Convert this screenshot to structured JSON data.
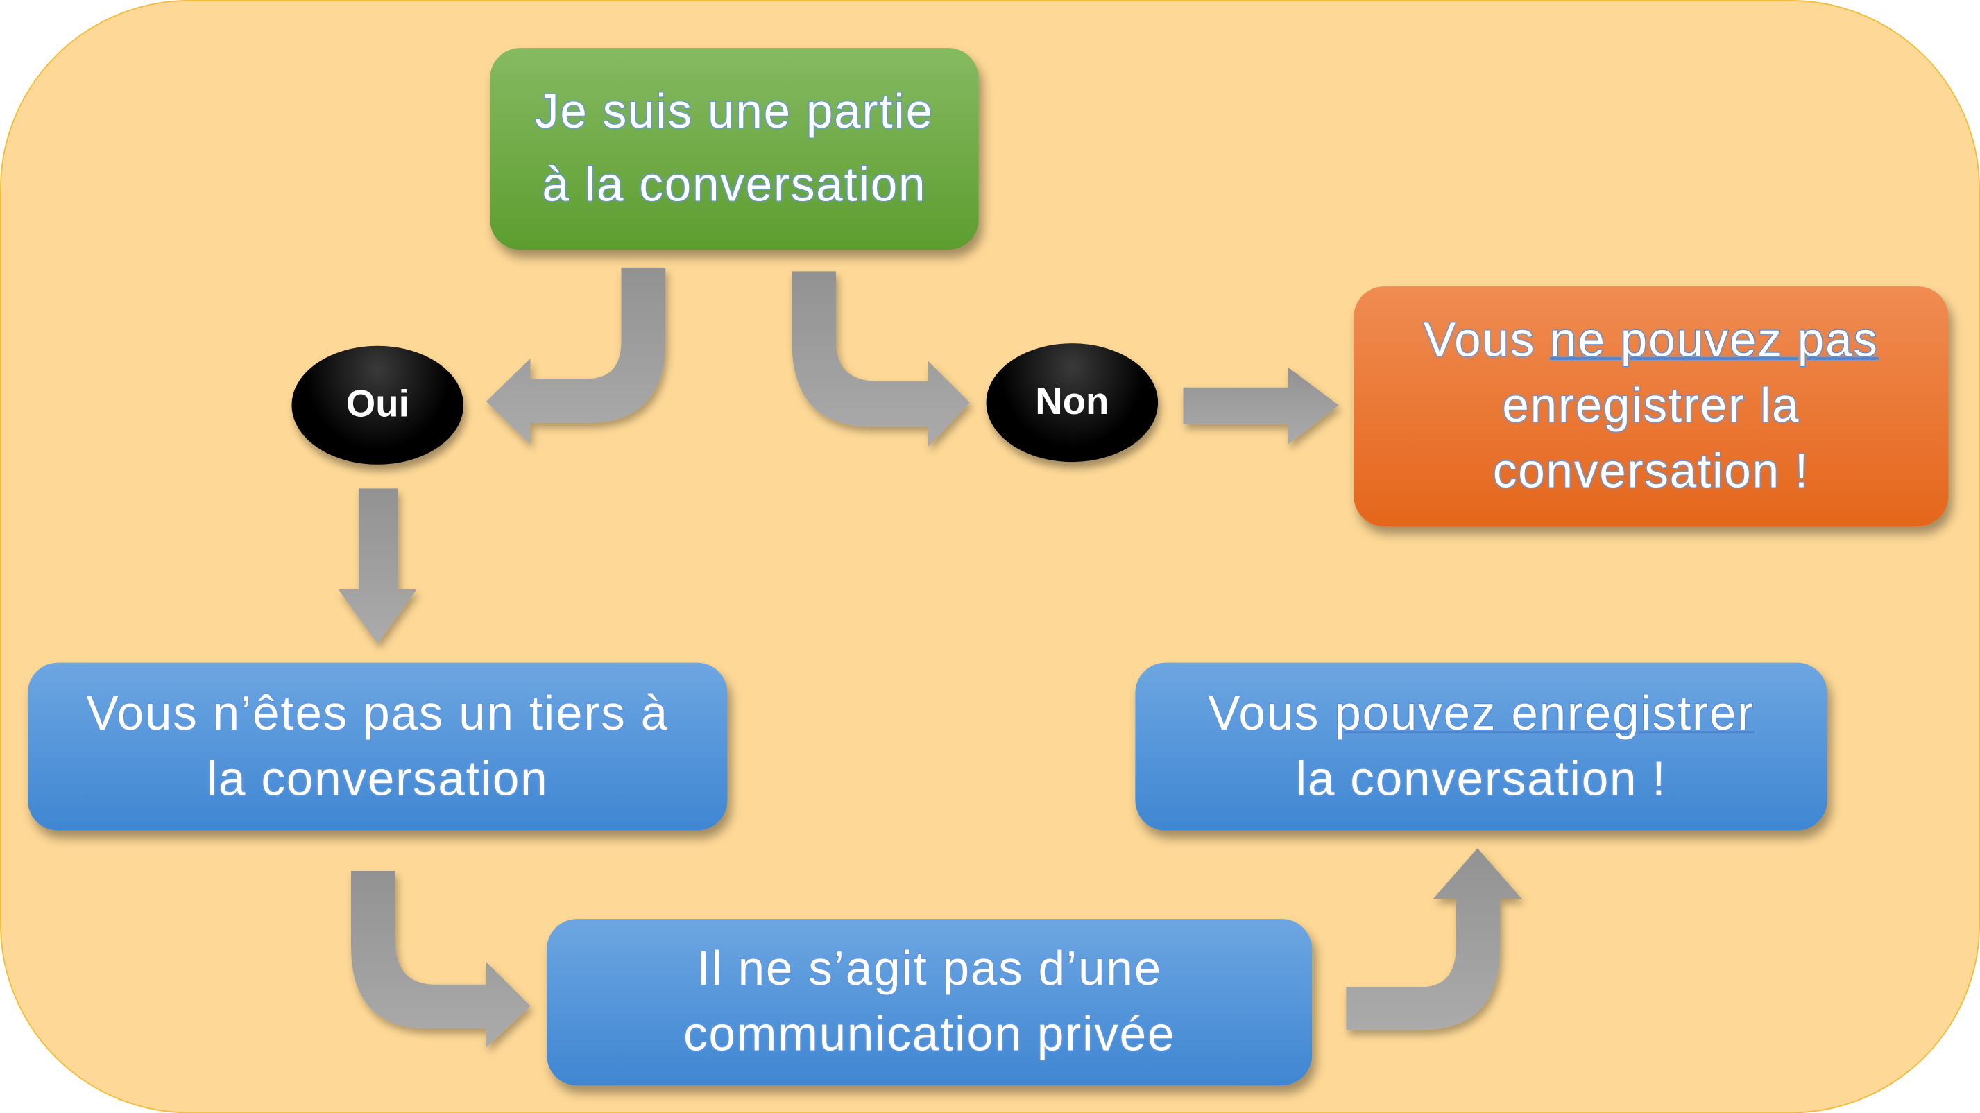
{
  "start": {
    "line1": "Je suis une partie",
    "line2": "à la conversation"
  },
  "yes": "Oui",
  "no": "Non",
  "no_result": {
    "pre": "Vous ",
    "underlined": "ne pouvez pas",
    "rest1": "enregistrer la",
    "rest2": "conversation !"
  },
  "yes_step1": {
    "line1": "Vous n’êtes pas un tiers à",
    "line2": "la conversation"
  },
  "yes_step2": {
    "line1": "Il ne s’agit pas d’une",
    "line2": "communication privée"
  },
  "yes_result": {
    "pre": "Vous ",
    "underlined": "pouvez enregistrer",
    "line2": "la conversation !"
  },
  "colors": {
    "background": "#fdd896",
    "start": "#6faa45",
    "stop": "#ec7430",
    "step": "#4f93da",
    "arrow": "#a8a8a8"
  }
}
